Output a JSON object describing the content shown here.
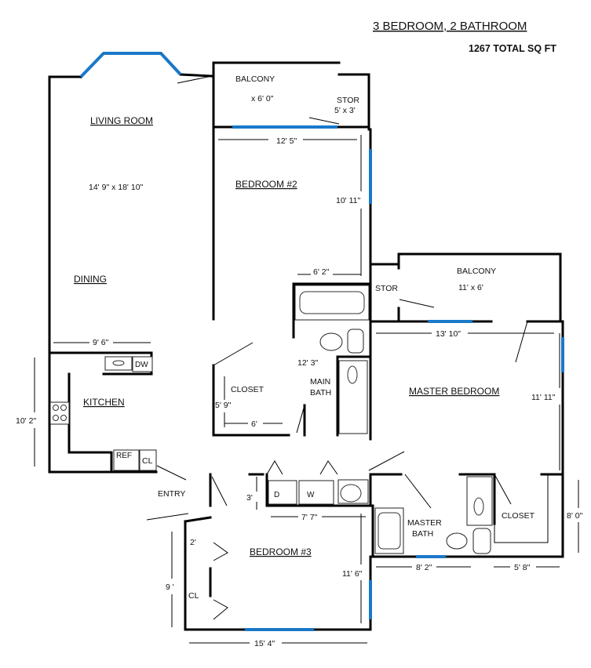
{
  "header": {
    "title": "3 BEDROOM, 2 BATHROOM",
    "total": "1267 TOTAL SQ FT"
  },
  "rooms": {
    "living_room": "LIVING ROOM",
    "living_size": "14' 9\" x 18' 10\"",
    "dining": "DINING",
    "kitchen": "KITCHEN",
    "balcony_top": "BALCONY",
    "balcony_top_size": "x 6' 0\"",
    "stor_top": "STOR",
    "stor_top_size": "5' x 3'",
    "bedroom2": "BEDROOM #2",
    "stor_mid": "STOR",
    "balcony_right": "BALCONY",
    "balcony_right_size": "11' x 6'",
    "master_bedroom": "MASTER BEDROOM",
    "closet_left": "CLOSET",
    "main_bath_1": "MAIN",
    "main_bath_2": "BATH",
    "entry": "ENTRY",
    "master_bath_1": "MASTER",
    "master_bath_2": "BATH",
    "closet_right": "CLOSET",
    "bedroom3": "BEDROOM #3",
    "cl_kitchen": "CL",
    "cl_bed3": "CL"
  },
  "appliances": {
    "dishwasher": "DW",
    "refrigerator": "REF",
    "dryer": "D",
    "washer": "W"
  },
  "dimensions": {
    "bed2_width": "12' 5\"",
    "bed2_depth": "10' 11\"",
    "bath_width": "6' 2\"",
    "kitchen_width": "9' 6\"",
    "kitchen_depth": "10' 2\"",
    "master_width": "13' 10\"",
    "master_depth": "11' 11\"",
    "hall_len": "12' 3\"",
    "closet_h": "5' 9\"",
    "closet_w": "6'",
    "laundry_depth": "3'",
    "laundry_width": "7' 7\"",
    "closet_r_h": "8' 0\"",
    "mbath_width": "8' 2\"",
    "mcloset_width": "5' 8\"",
    "bed3_depth": "11' 6\"",
    "bed3_width": "15' 4\"",
    "bed3_closet_d": "2'",
    "bed3_closet_h": "9 '"
  }
}
